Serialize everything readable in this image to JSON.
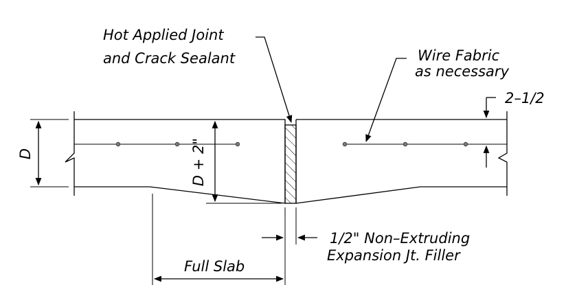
{
  "labels": {
    "sealant_line1": "Hot Applied Joint",
    "sealant_line2": "and Crack Sealant",
    "fabric_line1": "Wire Fabric",
    "fabric_line2": "as necessary",
    "cover": "2–1/2",
    "depth": "D",
    "thickened_depth": "D + 2\"",
    "filler_line1": "1/2\" Non–Extruding",
    "filler_line2": "Expansion Jt. Filler",
    "full_slab": "Full Slab"
  }
}
